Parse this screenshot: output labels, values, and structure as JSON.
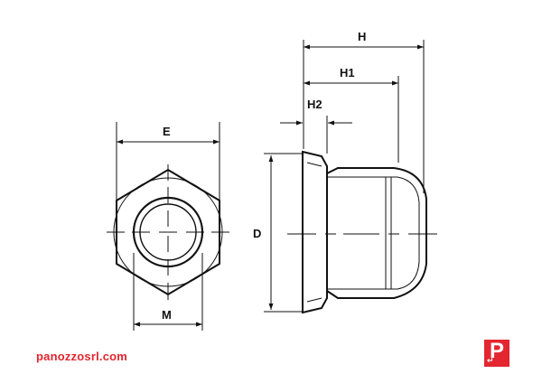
{
  "labels": {
    "e": "E",
    "m": "M",
    "d": "D",
    "h": "H",
    "h1": "H1",
    "h2": "H2"
  },
  "footer": {
    "website": "panozzosrl.com",
    "logo_letter": "P"
  },
  "colors": {
    "line": "#111111",
    "brand": "#e3262f",
    "background": "#ffffff"
  }
}
